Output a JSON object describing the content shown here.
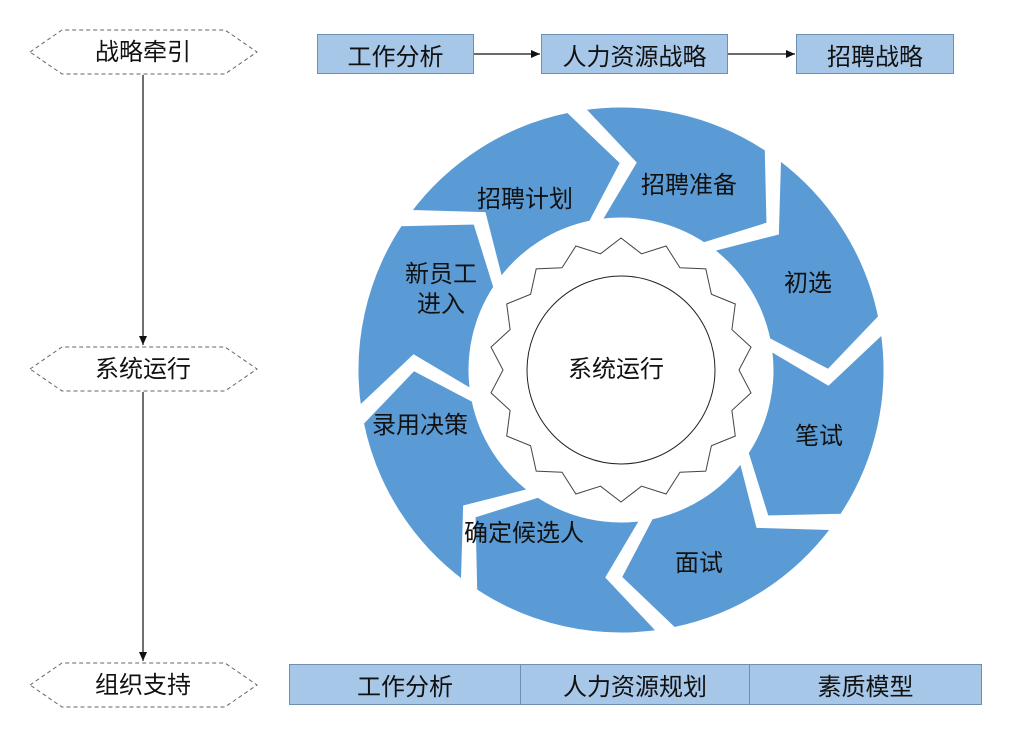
{
  "left_hexagons": [
    {
      "label": "战略牵引"
    },
    {
      "label": "系统运行"
    },
    {
      "label": "组织支持"
    }
  ],
  "top_flow": [
    "工作分析",
    "人力资源战略",
    "招聘战略"
  ],
  "cycle": {
    "center": "系统运行",
    "segments": [
      "招聘准备",
      "初选",
      "笔试",
      "面试",
      "确定候选人",
      "录用决策",
      "新员工进入",
      "招聘计划"
    ]
  },
  "bottom_bar": [
    "工作分析",
    "人力资源规划",
    "素质模型"
  ],
  "colors": {
    "box_fill": "#a7c7e8",
    "box_border": "#6f8fb2",
    "segment_fill": "#5b9bd5",
    "gear_stroke": "#444444"
  }
}
